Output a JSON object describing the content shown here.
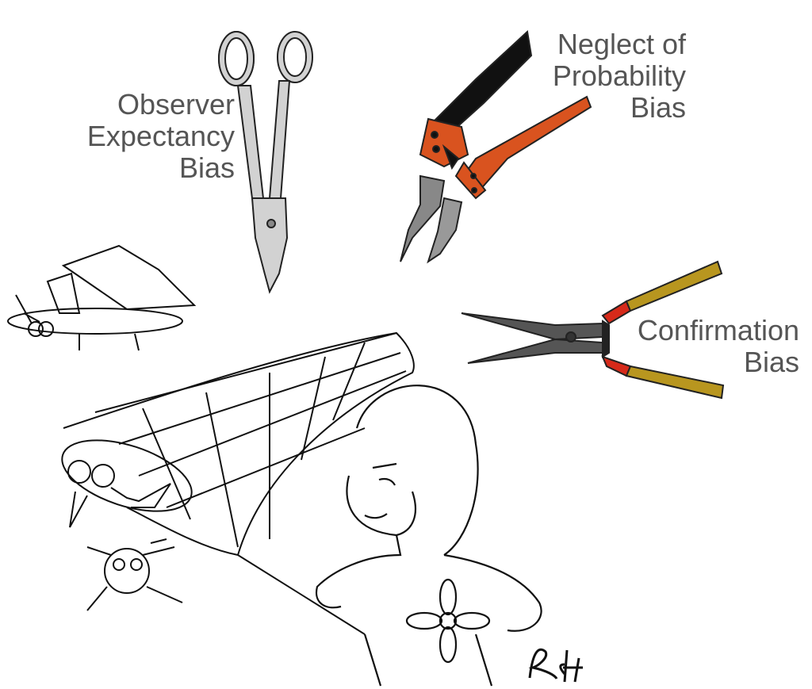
{
  "labels": {
    "observer": "Observer\nExpectancy\nBias",
    "neglect": "Neglect of\nProbability\nBias",
    "confirmation": "Confirmation\nBias"
  },
  "signature": "RSH",
  "colors": {
    "text": "#555555",
    "line": "#111111",
    "metal": "#cfcfcf",
    "pruner_red": "#d9531f",
    "pruner_black": "#111111",
    "pivot_blue": "#5b8fc9",
    "shears_handle": "#b8961f",
    "shears_grip": "#d62a1a",
    "shears_blade": "#555555"
  },
  "icons": [
    "tin-snips-icon",
    "pruning-shears-icon",
    "hedge-shears-icon",
    "butterfly-net",
    "girl-figure",
    "bug-figures",
    "signature"
  ]
}
